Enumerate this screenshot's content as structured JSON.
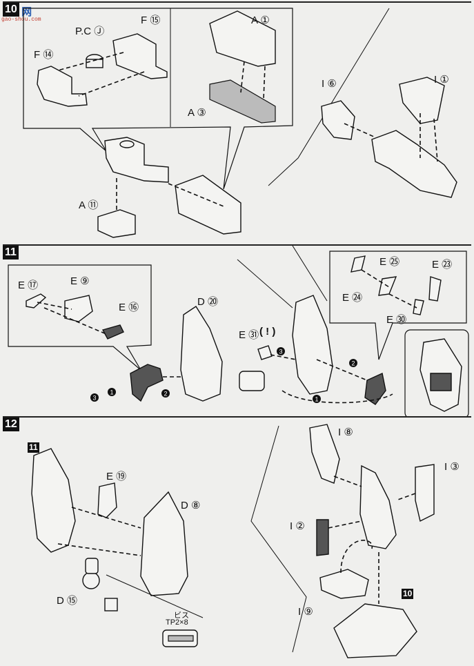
{
  "watermark": {
    "text": "高 网",
    "sub": "gao-shou.com"
  },
  "step10": {
    "number": "10",
    "labels": {
      "pc_j": "P.C Ⓙ",
      "f15": "F ⑮",
      "f14": "F ⑭",
      "a1": "A ①",
      "a3": "A ③",
      "a11": "A ⑪",
      "i1": "I ①",
      "i6": "I ⑥"
    }
  },
  "step11": {
    "number": "11",
    "labels": {
      "e17": "E ⑰",
      "e9": "E ⑨",
      "e16": "E ⑯",
      "d20": "D ⑳",
      "e31": "E ㉛",
      "caution": "( ! )",
      "e25": "E ㉕",
      "e23": "E ㉓",
      "e24": "E ㉔",
      "e30": "E ㉚"
    },
    "order": [
      "❶",
      "❷",
      "❸"
    ]
  },
  "step12": {
    "number": "12",
    "ref_11": "11",
    "ref_10": "10",
    "labels": {
      "e19": "E ⑲",
      "d8": "D ⑧",
      "d15": "D ⑮",
      "i8": "I ⑧",
      "i3": "I ③",
      "i2": "I ②",
      "i9": "I ⑨"
    },
    "screw": {
      "name": "ビス",
      "spec": "TP2×8"
    }
  }
}
